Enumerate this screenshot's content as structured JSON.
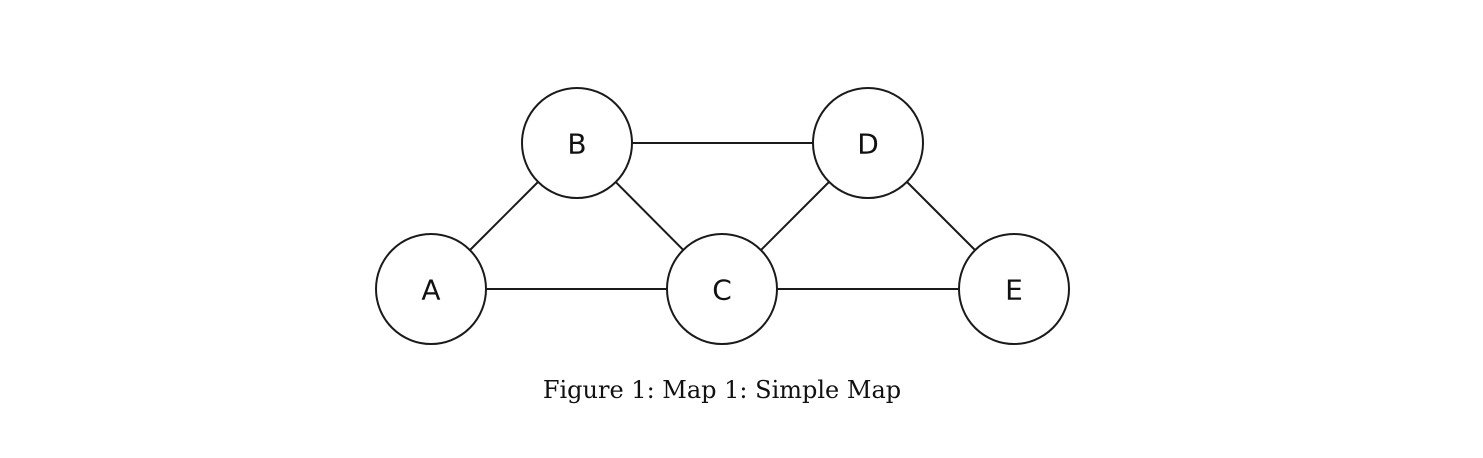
{
  "diagram": {
    "nodes": [
      {
        "id": "B",
        "label": "B"
      },
      {
        "id": "D",
        "label": "D"
      },
      {
        "id": "A",
        "label": "A"
      },
      {
        "id": "C",
        "label": "C"
      },
      {
        "id": "E",
        "label": "E"
      }
    ],
    "edges": [
      {
        "from": "B",
        "to": "D"
      },
      {
        "from": "A",
        "to": "B"
      },
      {
        "from": "B",
        "to": "C"
      },
      {
        "from": "A",
        "to": "C"
      },
      {
        "from": "C",
        "to": "D"
      },
      {
        "from": "D",
        "to": "E"
      },
      {
        "from": "C",
        "to": "E"
      }
    ]
  },
  "caption": "Figure 1: Map 1: Simple Map"
}
